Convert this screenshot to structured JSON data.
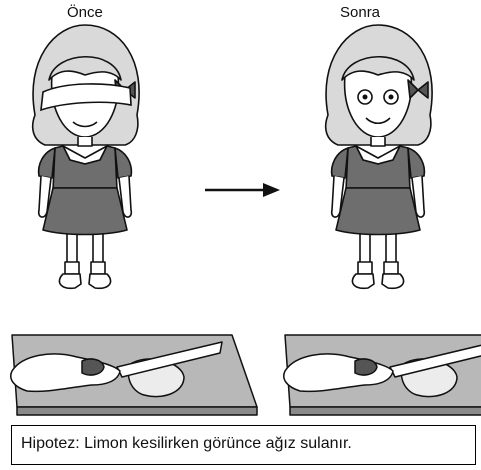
{
  "labels": {
    "before": "Önce",
    "after": "Sonra"
  },
  "hypothesis": {
    "text": "Hipotez: Limon kesilirken görünce ağız sulanır."
  },
  "icons": [
    "blindfolded-girl-illustration",
    "smiling-girl-illustration",
    "arrow-right-icon",
    "lemon-cutting-board-illustration"
  ]
}
